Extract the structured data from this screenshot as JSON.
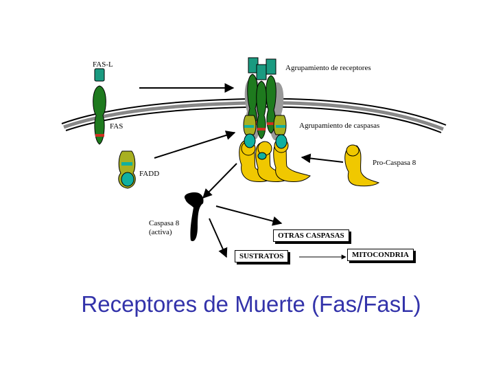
{
  "labels": {
    "fasl": "FAS-L",
    "fas": "FAS",
    "fadd": "FADD",
    "receptor_clustering": "Agrupamiento de receptores",
    "caspase_clustering": "Agrupamiento de caspasas",
    "pro_caspase8": "Pro-Caspasa 8",
    "caspase8_line1": "Caspasa 8",
    "caspase8_line2": "(activa)"
  },
  "boxes": {
    "other_caspases": "OTRAS CASPASAS",
    "substrates": "SUSTRATOS",
    "mitochondria": "MITOCONDRIA"
  },
  "title": "Receptores de Muerte (Fas/FasL)",
  "colors": {
    "receptor_green": "#1e7a1e",
    "ligand_teal": "#1a9a80",
    "fadd_olive": "#a8b020",
    "caspase_yellow": "#f0c800",
    "cyan_domain": "#10b0a0",
    "title_blue": "#3333aa"
  }
}
